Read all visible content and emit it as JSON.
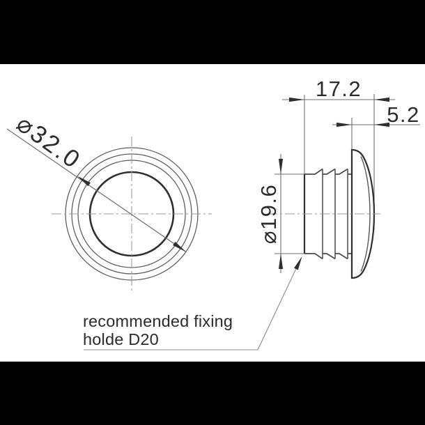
{
  "drawing": {
    "front_view": {
      "diameter_label": "⌀32.0"
    },
    "side_view": {
      "depth_label": "17.2",
      "lens_depth_label": "5.2",
      "body_diameter_label": "⌀19.6"
    },
    "note": {
      "line1": "recommended fixing",
      "line2": "holde D20"
    },
    "colors": {
      "background": "#ffffff",
      "letterbox": "#000000",
      "outline": "#2f2f2f",
      "thin_line": "#6e6e6e",
      "centerline": "#9a9a9a",
      "text": "#2b2b2b"
    }
  }
}
